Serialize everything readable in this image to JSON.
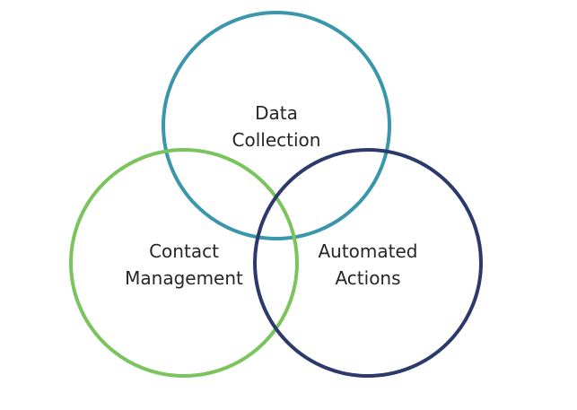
{
  "diagram": {
    "type": "venn",
    "sets": [
      {
        "id": "data",
        "lines": [
          "Data",
          "Collection"
        ],
        "color": "#3a97ab"
      },
      {
        "id": "contact",
        "lines": [
          "Contact",
          "Management"
        ],
        "color": "#7bc45d"
      },
      {
        "id": "actions",
        "lines": [
          "Automated",
          "Actions"
        ],
        "color": "#2b3a6b"
      }
    ]
  }
}
